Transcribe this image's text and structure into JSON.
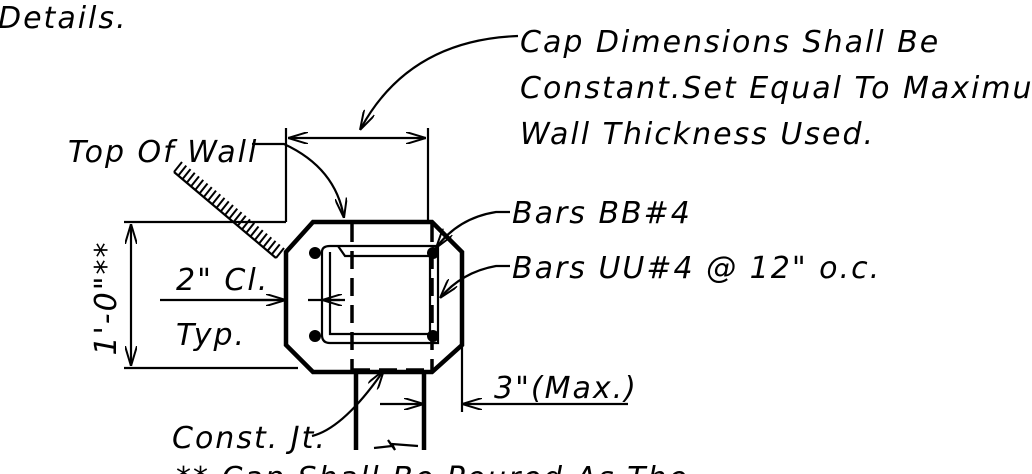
{
  "labels": {
    "details": "Details.",
    "cap_note_line1": "Cap Dimensions Shall Be",
    "cap_note_line2": "Constant.Set Equal To Maximum",
    "cap_note_line3": "Wall Thickness Used.",
    "top_of_wall": "Top Of Wall",
    "bars_bb": "Bars BB#4",
    "bars_uu": "Bars UU#4 @ 12\" o.c.",
    "clearance": "2\" Cl.",
    "typ": "Typ.",
    "height_dim": "1'-0\"**",
    "max_dim": "3\"(Max.)",
    "const_jt": "Const. Jt.",
    "footnote": "**  Cap Shall Be Poured As The"
  }
}
